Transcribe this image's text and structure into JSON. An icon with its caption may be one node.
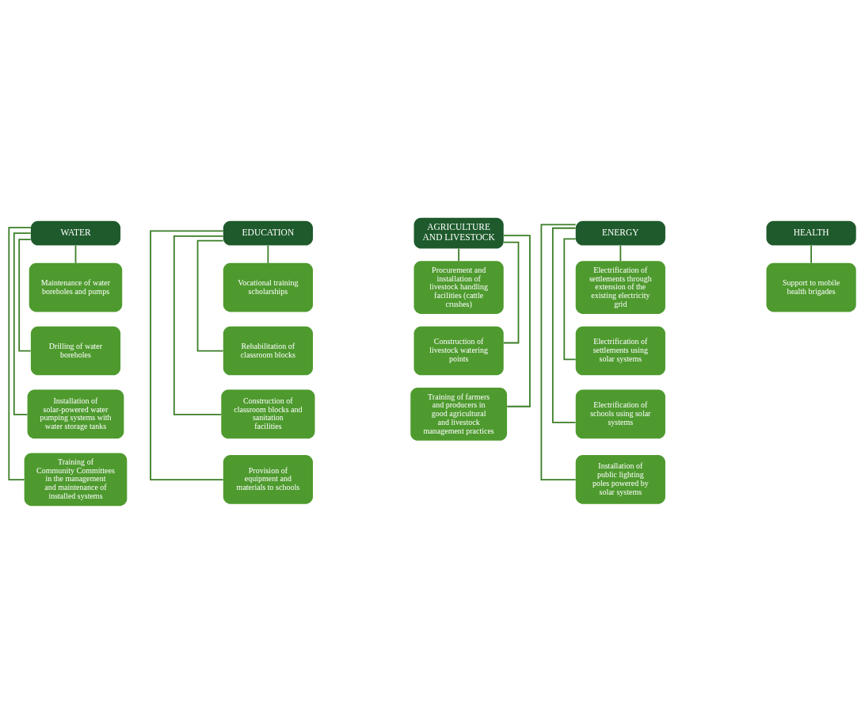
{
  "diagram": {
    "nodes": [
      {
        "text": [
          "WATER"
        ]
      },
      {
        "text": [
          "Maintenance of water boreholes and pumps"
        ]
      },
      {
        "text": [
          "Drilling of water boreholes"
        ]
      },
      {
        "text": [
          "Installation of solar-powered water pumping systems with water storage tanks"
        ]
      },
      {
        "text": [
          "Training of Community Committees in the management and maintenance of installed systems"
        ]
      },
      {
        "text": [
          "EDUCATION"
        ]
      },
      {
        "text": [
          "Vocational training scholarships"
        ]
      },
      {
        "text": [
          "Rehabilitation of classroom blocks"
        ]
      },
      {
        "text": [
          "Construction of classroom blocks and sanitation facilities"
        ]
      },
      {
        "text": [
          "Provision of equipment and materials to schools"
        ]
      },
      {
        "text": [
          "AGRICULTURE AND LIVESTOCK"
        ]
      },
      {
        "text": [
          "Procurement and installation of livestock handling facilities (cattle crushes)"
        ]
      },
      {
        "text": [
          "Construction of livestock watering points"
        ]
      },
      {
        "text": [
          "Training of farmers and producers in good agricultural and livestock management practices"
        ]
      },
      {
        "text": [
          "ENERGY"
        ]
      },
      {
        "text": [
          "Electrification of settlements through extension of the existing electricity grid"
        ]
      },
      {
        "text": [
          "Electrification of settlements using solar systems"
        ]
      },
      {
        "text": [
          "Electrification of schools using solar systems"
        ]
      },
      {
        "text": [
          "Installation of public lighting poles powered by solar systems"
        ]
      },
      {
        "text": [
          "HEALTH"
        ]
      },
      {
        "text": [
          "Support to mobile health brigades"
        ]
      }
    ],
    "edges": [
      {
        "from": 0,
        "to": 1,
        "arrow": "none"
      },
      {
        "from": 0,
        "to": 2,
        "arrow": "none"
      },
      {
        "from": 0,
        "to": 3,
        "arrow": "none"
      },
      {
        "from": 0,
        "to": 4,
        "arrow": "none"
      },
      {
        "from": 5,
        "to": 6,
        "arrow": "none"
      },
      {
        "from": 5,
        "to": 7,
        "arrow": "none"
      },
      {
        "from": 5,
        "to": 8,
        "arrow": "none"
      },
      {
        "from": 5,
        "to": 9,
        "arrow": "none"
      },
      {
        "from": 10,
        "to": 11,
        "arrow": "none"
      },
      {
        "from": 10,
        "to": 12,
        "arrow": "none"
      },
      {
        "from": 10,
        "to": 13,
        "arrow": "none"
      },
      {
        "from": 14,
        "to": 15,
        "arrow": "none"
      },
      {
        "from": 14,
        "to": 16,
        "arrow": "none"
      },
      {
        "from": 14,
        "to": 17,
        "arrow": "none"
      },
      {
        "from": 14,
        "to": 18,
        "arrow": "none"
      },
      {
        "from": 19,
        "to": 20,
        "arrow": "none"
      }
    ]
  }
}
